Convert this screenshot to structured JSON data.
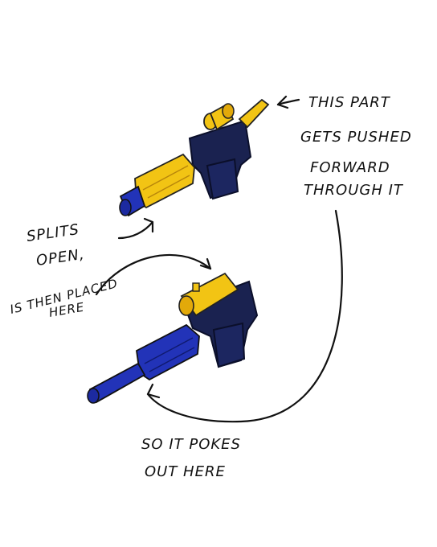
{
  "annotations": {
    "top_right": [
      "THIS PART",
      "GETS PUSHED",
      "FORWARD",
      "THROUGH IT"
    ],
    "left_1": [
      "SPLITS",
      "OPEN,"
    ],
    "left_2": [
      "IS THEN PLACED",
      "HERE"
    ],
    "bottom": [
      "SO IT POKES",
      "OUT HERE"
    ]
  },
  "colors": {
    "yellow_part": "#f2c414",
    "blue_part": "#2233b8",
    "dark_body": "#1a2250",
    "ink": "#111111"
  }
}
